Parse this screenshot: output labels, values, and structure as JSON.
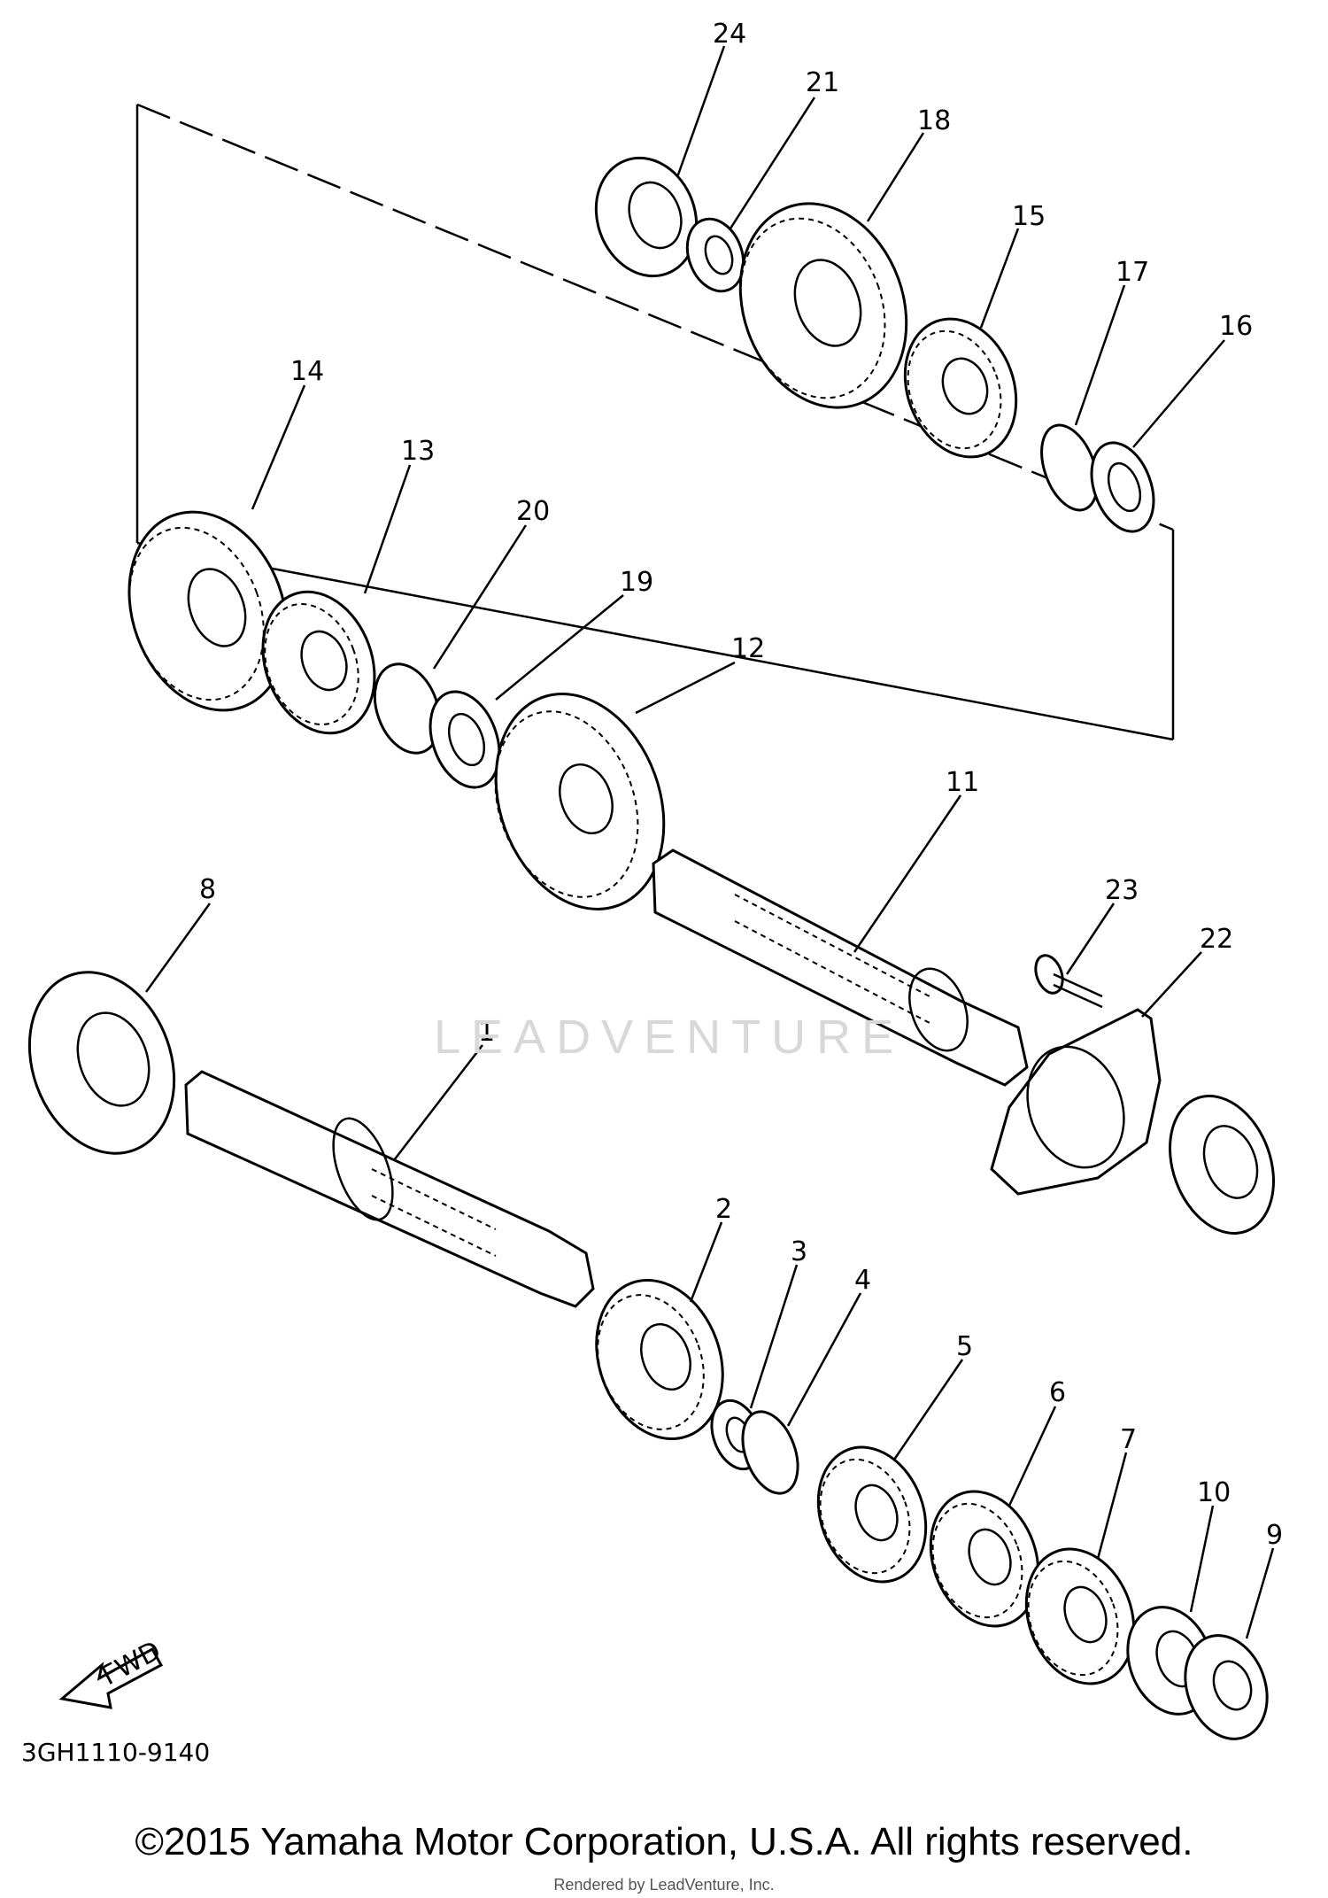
{
  "callouts": [
    "24",
    "21",
    "18",
    "15",
    "17",
    "16",
    "14",
    "13",
    "20",
    "19",
    "12",
    "11",
    "23",
    "22",
    "8",
    "1",
    "2",
    "3",
    "4",
    "5",
    "6",
    "7",
    "10",
    "9"
  ],
  "diagram_code": "3GH1110-9140",
  "fwd_label": "FWD",
  "watermark": "LEADVENTURE",
  "copyright": "©2015 Yamaha Motor Corporation, U.S.A. All rights reserved.",
  "rendered_by": "Rendered by LeadVenture, Inc."
}
